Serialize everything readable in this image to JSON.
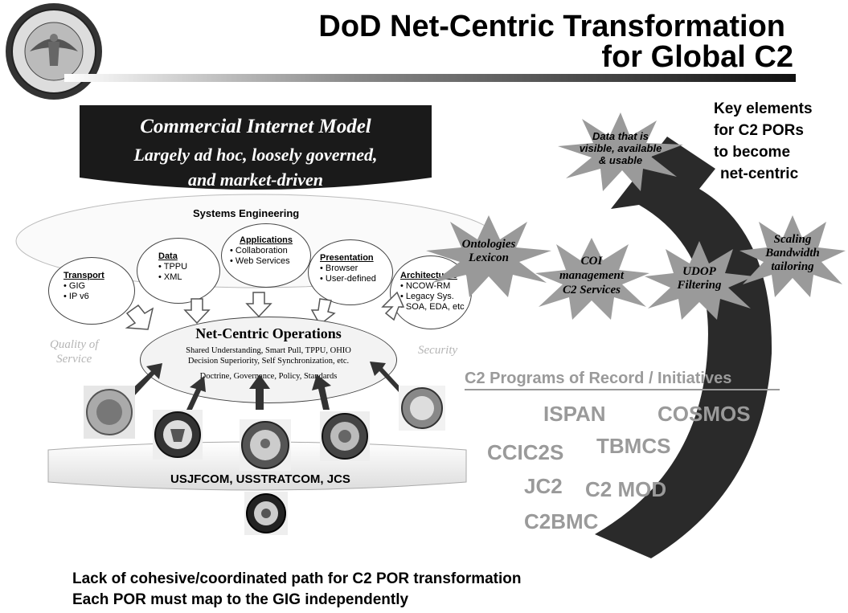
{
  "title": {
    "line1": "DoD Net-Centric Transformation",
    "line2": "for Global C2"
  },
  "key_elements": [
    "Key elements",
    "for C2 PORs",
    "to become",
    "net-centric"
  ],
  "commercial": {
    "line1": "Commercial Internet Model",
    "line2": "Largely ad hoc, loosely governed,",
    "line3": "and market-driven"
  },
  "systems_engineering": "Systems Engineering",
  "boxes": {
    "transport": {
      "title": "Transport",
      "items": [
        "GIG",
        "IP v6"
      ]
    },
    "data": {
      "title": "Data",
      "items": [
        "TPPU",
        "XML"
      ]
    },
    "applications": {
      "title": "Applications",
      "items": [
        "Collaboration",
        "Web Services"
      ]
    },
    "presentation": {
      "title": "Presentation",
      "items": [
        "Browser",
        "User-defined"
      ]
    },
    "architectures": {
      "title": "Architectures",
      "items": [
        "NCOW-RM",
        "Legacy Sys.",
        "SOA, EDA, etc"
      ]
    }
  },
  "nco": {
    "title": "Net-Centric Operations",
    "line1": "Shared Understanding, Smart Pull, TPPU, OHIO",
    "line2": "Decision Superiority, Self Synchronization, etc.",
    "line3": "Doctrine, Governance, Policy, Standards"
  },
  "quality_of_service": [
    "Quality of",
    "Service"
  ],
  "security": "Security",
  "joint_commands": "USJFCOM, USSTRATCOM, JCS",
  "stars": {
    "data": [
      "Data that is",
      "visible, available",
      "& usable"
    ],
    "ontologies": [
      "Ontologies",
      "Lexicon"
    ],
    "coi": [
      "COI",
      "management",
      "C2 Services"
    ],
    "udop": [
      "UDOP",
      "Filtering"
    ],
    "scaling": [
      "Scaling",
      "Bandwidth",
      "tailoring"
    ]
  },
  "por_heading": "C2 Programs of Record / Initiatives",
  "por_items": [
    "ISPAN",
    "COSMOS",
    "CCIC2S",
    "TBMCS",
    "JC2",
    "C2 MOD",
    "C2BMC"
  ],
  "bottom": [
    "Lack of cohesive/coordinated path for C2 POR transformation",
    "Each POR must map to the GIG independently"
  ],
  "colors": {
    "gray_text": "#9a9a9a",
    "dark_banner": "#1a1a1a",
    "arrow": "#2a2a2a"
  }
}
